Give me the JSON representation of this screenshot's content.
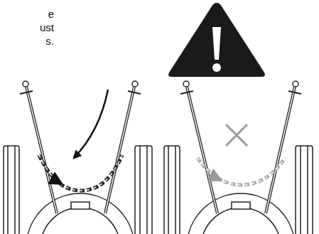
{
  "diagram": {
    "labels": [
      "e",
      "ust",
      "s."
    ]
  }
}
